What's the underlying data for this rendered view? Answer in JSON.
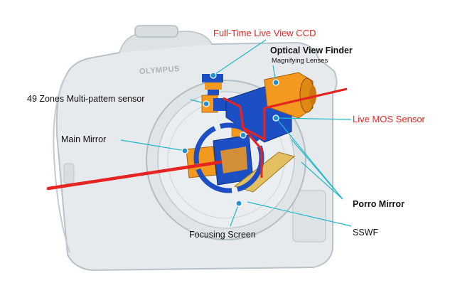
{
  "diagram": {
    "labels": {
      "ccd": "Full-Time Live View CCD",
      "ovf": "Optical View Finder",
      "lenses": "Magnifying Lenses",
      "multi": "49 Zones Multi-pattem sensor",
      "mos": "Live MOS Sensor",
      "mirror": "Main Mirror",
      "porro": "Porro Mirror",
      "focus": "Focusing Screen",
      "sswf": "SSWF"
    },
    "camera": {
      "brand": "OLYMPUS"
    },
    "colors": {
      "light_path": "#e52421",
      "leader_line": "#21b8c9",
      "marker": "#1f8fd6",
      "component_orange": "#f39a1e",
      "component_blue": "#1d4fc4",
      "camera_body": "#e6eaec",
      "camera_outline": "#b9c2c7"
    }
  }
}
